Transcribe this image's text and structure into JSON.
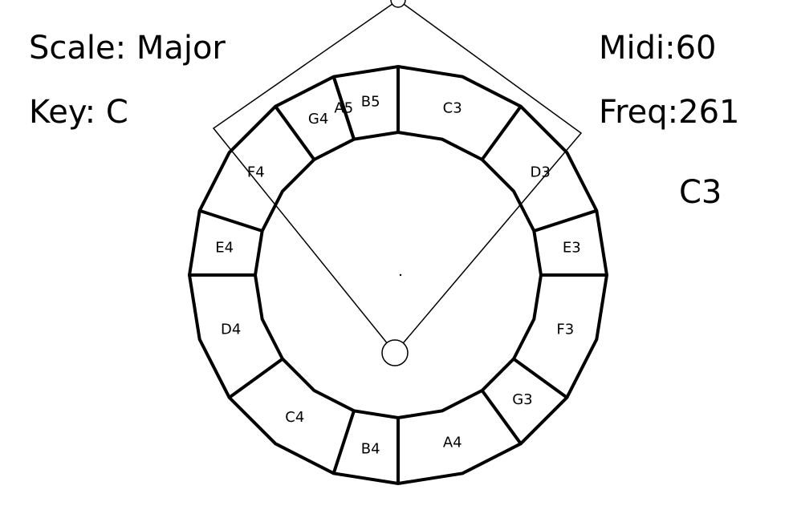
{
  "info": {
    "scale_label": "Scale:",
    "scale_value": "Major",
    "key_label": "Key:",
    "key_value": "C",
    "midi_label": "Midi:",
    "midi_value": "60",
    "freq_label": "Freq:",
    "freq_value": "261",
    "current_note": "C3"
  },
  "wheel": {
    "segments": [
      {
        "note": "B5"
      },
      {
        "note": "C3"
      },
      {
        "note": "D3"
      },
      {
        "note": "E3"
      },
      {
        "note": "F3"
      },
      {
        "note": "G3"
      },
      {
        "note": "A4"
      },
      {
        "note": "B4"
      },
      {
        "note": "C4"
      },
      {
        "note": "D4"
      },
      {
        "note": "E4"
      },
      {
        "note": "F4"
      },
      {
        "note": "G4"
      },
      {
        "note": "A5"
      }
    ]
  }
}
